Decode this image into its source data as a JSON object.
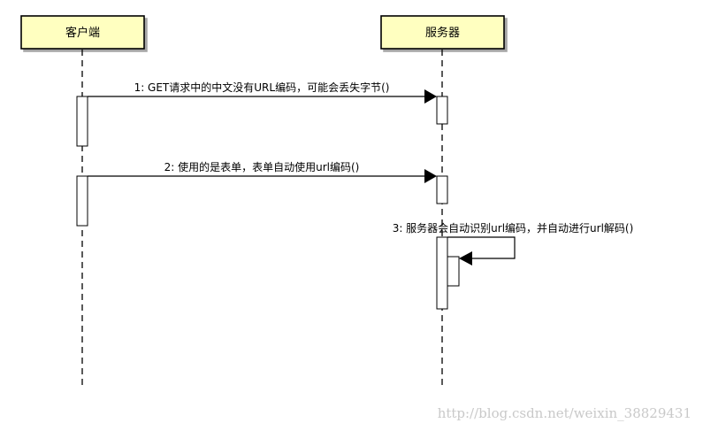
{
  "participants": [
    {
      "id": "client",
      "label": "客户端"
    },
    {
      "id": "server",
      "label": "服务器"
    }
  ],
  "messages": [
    {
      "label": "1: GET请求中的中文没有URL编码，可能会丢失字节()",
      "from": "client",
      "to": "server"
    },
    {
      "label": "2: 使用的是表单，表单自动使用url编码()",
      "from": "client",
      "to": "server"
    },
    {
      "label": "3: 服务器会自动识别url编码，并自动进行url解码()",
      "from": "server",
      "to": "server"
    }
  ],
  "watermark": "http://blog.csdn.net/weixin_38829431",
  "colors": {
    "participant_fill": "#ffffc0",
    "line": "#000000",
    "activation_fill": "#ffffff",
    "watermark": "#c9c9c9"
  }
}
